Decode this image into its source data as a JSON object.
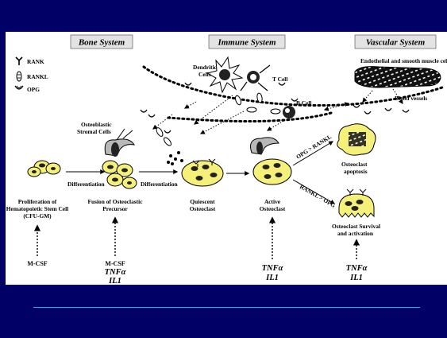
{
  "systems": {
    "bone": "Bone System",
    "immune": "Immune System",
    "vascular": "Vascular System"
  },
  "legend": {
    "rank": "RANK",
    "rankl": "RANKL",
    "opg": "OPG"
  },
  "immune_cells": {
    "dendritic_line1": "Dendritic",
    "dendritic_line2": "Cells",
    "t_cell": "T Cell",
    "b_cell": "B Cell"
  },
  "vascular": {
    "endothelial": "Endothelial and smooth muscle cel",
    "blood_vessels": "Blood vessels"
  },
  "osteoblastic": {
    "line1": "Osteoblastic",
    "line2": "Stromal Cells"
  },
  "arrows": {
    "differentiation_1": "Differentiation",
    "differentiation_2": "Differentiation",
    "opg_gt_rankl": "OPG > RANKL",
    "rankl_gt_opg": "RANKL > OPG"
  },
  "stages": {
    "s1": [
      "Proliferation of",
      "Hematopoietic Stem Cell",
      "(CFU-GM)"
    ],
    "s2": [
      "Fusion of Osteoclastic",
      "Precursor"
    ],
    "s3": [
      "Quiescent",
      "Osteoclast"
    ],
    "s4": [
      "Active",
      "Osteoclast"
    ],
    "apoptosis": [
      "Osteoclast",
      "apoptosis"
    ],
    "survival": [
      "Osteoclast Survival",
      "and activation"
    ]
  },
  "factors": {
    "f1": "M-CSF",
    "f2": "M-CSF",
    "f2_tnf": "TNFα",
    "f2_il1": "IL1",
    "f4_tnf": "TNFα",
    "f4_il1": "IL1",
    "f5_tnf": "TNFα",
    "f5_il1": "IL1"
  },
  "colors": {
    "slide_bg": "#000066",
    "figure_bg": "#ffffff",
    "cell_yellow": "#f4f07a",
    "accent_line": "#2ab3c8"
  }
}
